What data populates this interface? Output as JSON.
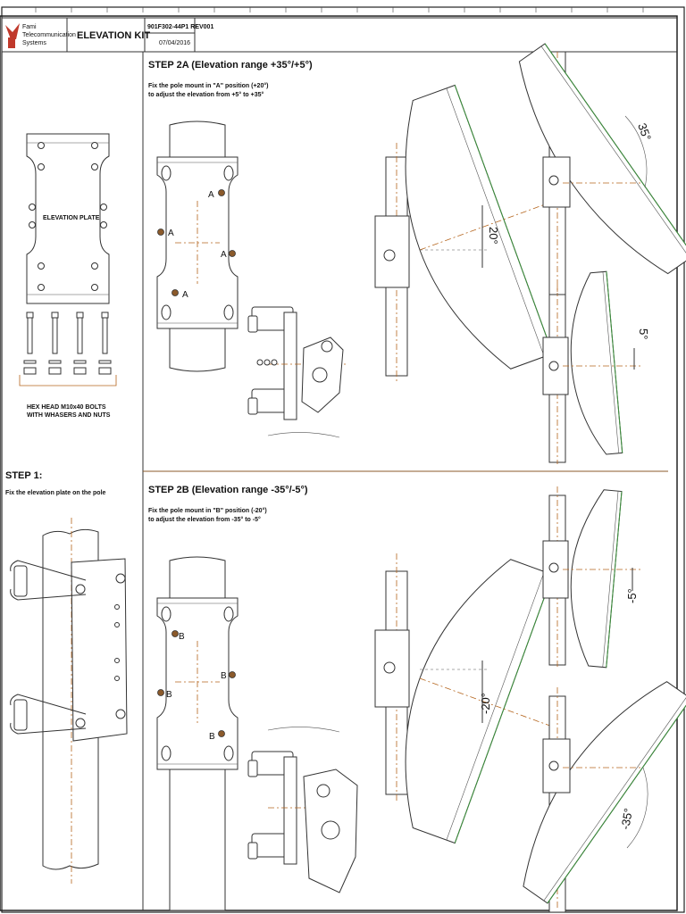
{
  "title_block": {
    "company_line1": "Fami",
    "company_line2": "Telecommunication",
    "company_line3": "Systems",
    "doc_title": "ELEVATION KIT",
    "doc_number": "901F302-44P1 REV001",
    "doc_date": "07/04/2016"
  },
  "left_panel": {
    "plate_label": "ELEVATION PLATE",
    "bolts_label_line1": "HEX HEAD M10x40 BOLTS",
    "bolts_label_line2": "WITH WHASERS AND NUTS",
    "step1_title": "STEP 1:",
    "step1_desc": "Fix the elevation plate on the pole"
  },
  "step2a": {
    "title": "STEP 2A (Elevation range +35°/+5°)",
    "desc_line1": "Fix the pole mount in \"A\" position (+20°)",
    "desc_line2": "to adjust the elevation from +5° to +35°",
    "hole_label": "A",
    "angle_main": "20°",
    "angle_max": "35°",
    "angle_min": "5°"
  },
  "step2b": {
    "title": "STEP 2B (Elevation range -35°/-5°)",
    "desc_line1": "Fix the pole mount in \"B\" position (-20°)",
    "desc_line2": "to adjust the elevation from -35° to -5°",
    "hole_label": "B",
    "angle_main": "-20°",
    "angle_min": "-5°",
    "angle_max": "-35°"
  },
  "colors": {
    "centerline": "#b5651d",
    "hole_fill": "#8b5a2b",
    "reflector_edge": "#3a8f3a"
  }
}
